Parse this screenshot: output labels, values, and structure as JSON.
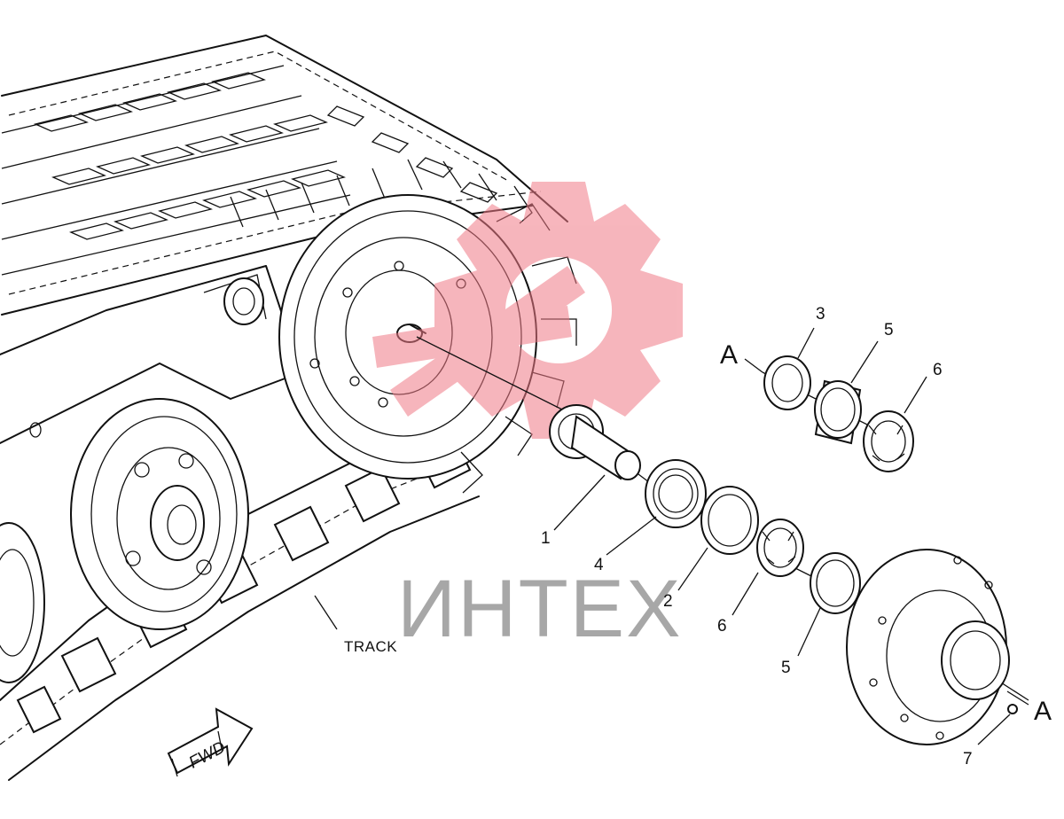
{
  "labels": {
    "track": "TRACK",
    "fwd": "FWD",
    "section_left": "A",
    "section_right": "A"
  },
  "callouts": [
    {
      "id": "c1",
      "text": "1"
    },
    {
      "id": "c4",
      "text": "4"
    },
    {
      "id": "c2",
      "text": "2"
    },
    {
      "id": "c6b",
      "text": "6"
    },
    {
      "id": "c5b",
      "text": "5"
    },
    {
      "id": "c7",
      "text": "7"
    },
    {
      "id": "c3",
      "text": "3"
    },
    {
      "id": "c5a",
      "text": "5"
    },
    {
      "id": "c6a",
      "text": "6"
    }
  ],
  "watermark": {
    "text": "ИНТЕХ",
    "gear_color": "#f07a86",
    "text_color": "#8a8a8a"
  }
}
